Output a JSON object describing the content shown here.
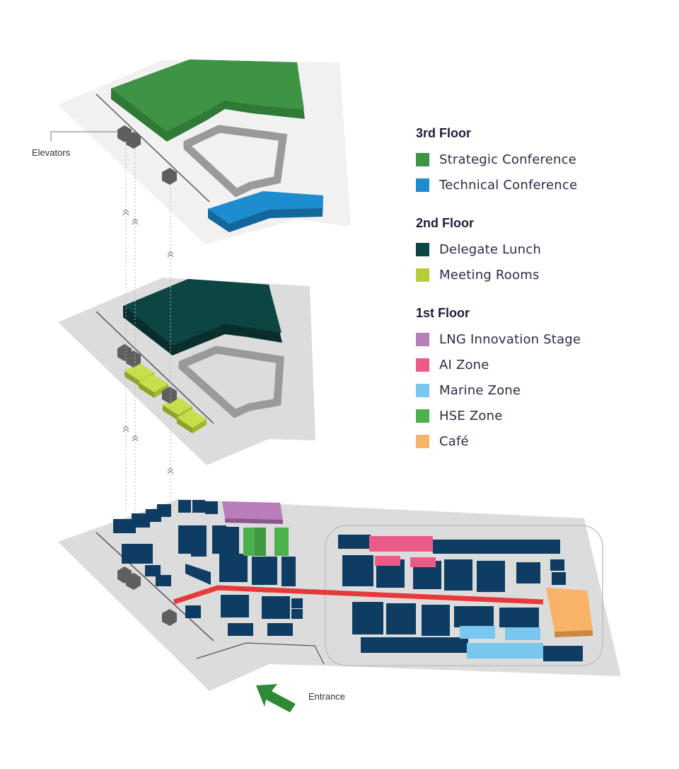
{
  "annotations": {
    "elevators": "Elevators",
    "entrance": "Entrance"
  },
  "legend": {
    "groups": [
      {
        "title": "3rd Floor",
        "items": [
          {
            "label": "Strategic Conference",
            "color": "#3e9444"
          },
          {
            "label": "Technical Conference",
            "color": "#1e8dcf"
          }
        ]
      },
      {
        "title": "2nd Floor",
        "items": [
          {
            "label": "Delegate Lunch",
            "color": "#0c4541"
          },
          {
            "label": "Meeting Rooms",
            "color": "#b5cf3a"
          }
        ]
      },
      {
        "title": "1st Floor",
        "items": [
          {
            "label": "LNG Innovation Stage",
            "color": "#b87dbb"
          },
          {
            "label": "AI Zone",
            "color": "#ec5b88"
          },
          {
            "label": "Marine Zone",
            "color": "#79c7ee"
          },
          {
            "label": "HSE Zone",
            "color": "#4cb14c"
          },
          {
            "label": "Café",
            "color": "#f7b366"
          }
        ]
      }
    ]
  },
  "colors": {
    "floor_light": "#efefef",
    "floor_mid": "#dddddd",
    "booth": "#0f3c63",
    "booth_top": "#174d7a",
    "elevator": "#6f6f6f",
    "path": "#e63a3a",
    "arrow": "#2e8a36"
  }
}
